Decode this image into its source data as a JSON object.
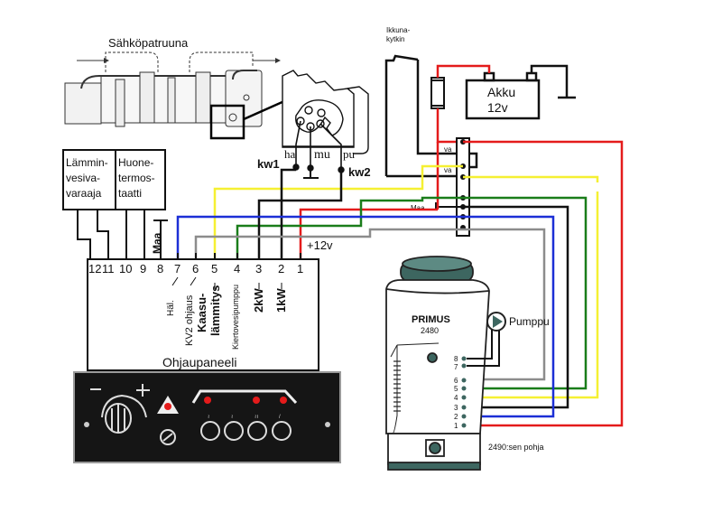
{
  "heater_cartridge": {
    "title": "Sähköpatruuna"
  },
  "connector": {
    "pins": [
      "ha",
      "mu",
      "pu"
    ],
    "kw1": "kw1",
    "kw2": "kw2"
  },
  "window_switch": {
    "label_line1": "Ikkuna-",
    "label_line2": "kytkin"
  },
  "battery": {
    "label_line1": "Akku",
    "label_line2": "12v"
  },
  "terminal_block": {
    "va_top": "va",
    "va_bottom": "va",
    "ground": "Maa"
  },
  "boxes": {
    "water_heater": [
      "Lämmin-",
      "vesiva-",
      "varaaja"
    ],
    "thermostat": [
      "Huone-",
      "termos-",
      "taatti"
    ]
  },
  "control_panel": {
    "title": "Ohjaupaneeli",
    "ground_label": "Maa",
    "plus12v": "+12v",
    "terminals": [
      "12",
      "11",
      "10",
      "9",
      "8",
      "7",
      "6",
      "5",
      "4",
      "3",
      "2",
      "1"
    ],
    "functions": {
      "t7": "Häl.",
      "t6": "KV2 ohjaus",
      "t5a": "Kaasu-",
      "t5b": "lämmitys",
      "t4": "Kiertovesipumppu",
      "t3": "2kW",
      "t2": "1kW"
    }
  },
  "boiler": {
    "brand": "PRIMUS",
    "model": "2480",
    "pump_label": "Pumppu",
    "base_note": "2490:sen pohja",
    "terminals": [
      "8",
      "7",
      "6",
      "5",
      "4",
      "3",
      "2",
      "1"
    ]
  },
  "wire_colors": {
    "red": "#e41b1b",
    "yellow": "#f5f032",
    "green": "#1a7d1a",
    "black": "#111111",
    "blue": "#1c2fd6",
    "gray": "#8c8c8c"
  }
}
